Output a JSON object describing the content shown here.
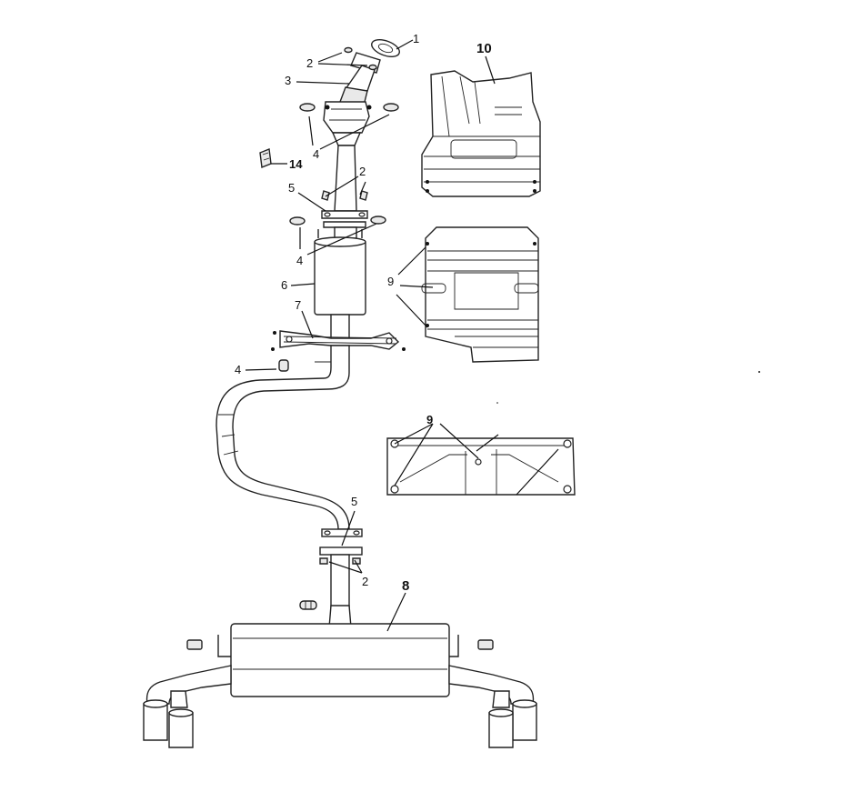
{
  "callouts": [
    {
      "id": "c1",
      "text": "1"
    },
    {
      "id": "c2a",
      "text": "2"
    },
    {
      "id": "c3",
      "text": "3"
    },
    {
      "id": "c4a",
      "text": "4"
    },
    {
      "id": "c14",
      "text": "14"
    },
    {
      "id": "c2b",
      "text": "2"
    },
    {
      "id": "c5a",
      "text": "5"
    },
    {
      "id": "c4b",
      "text": "4"
    },
    {
      "id": "c6",
      "text": "6"
    },
    {
      "id": "c7",
      "text": "7"
    },
    {
      "id": "c4c",
      "text": "4"
    },
    {
      "id": "c10",
      "text": "10"
    },
    {
      "id": "c9a",
      "text": "9"
    },
    {
      "id": "c9b",
      "text": "9"
    },
    {
      "id": "c5b",
      "text": "5"
    },
    {
      "id": "c2c",
      "text": "2"
    },
    {
      "id": "c8",
      "text": "8"
    }
  ]
}
